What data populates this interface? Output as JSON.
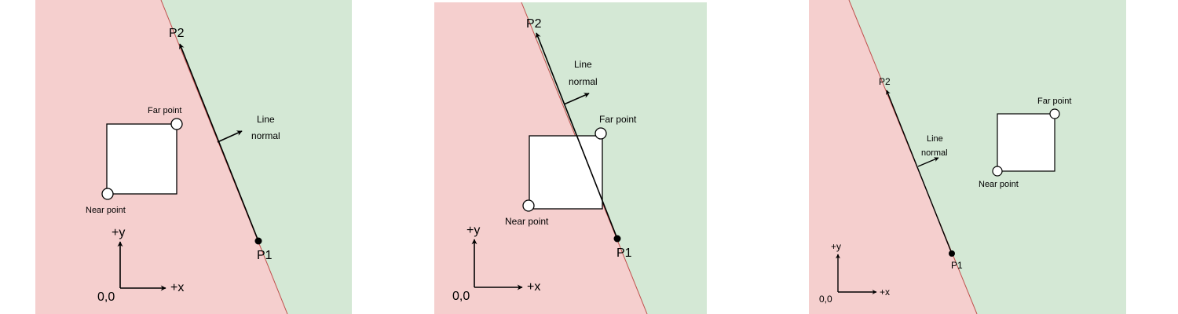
{
  "colors": {
    "red_region": "#f5cfce",
    "green_region": "#d4e8d5",
    "separator": "#c0504d",
    "line": "#000000",
    "box_fill": "#ffffff",
    "box_stroke": "#000000"
  },
  "panels": [
    {
      "p1_label": "P1",
      "p2_label": "P2",
      "normal_label_line1": "Line",
      "normal_label_line2": "normal",
      "far_point_label": "Far point",
      "near_point_label": "Near point",
      "y_axis_label": "+y",
      "x_axis_label": "+x",
      "origin_label": "0,0",
      "box_relation": "outside-red"
    },
    {
      "p1_label": "P1",
      "p2_label": "P2",
      "normal_label_line1": "Line",
      "normal_label_line2": "normal",
      "far_point_label": "Far point",
      "near_point_label": "Near point",
      "y_axis_label": "+y",
      "x_axis_label": "+x",
      "origin_label": "0,0",
      "box_relation": "intersecting"
    },
    {
      "p1_label": "P1",
      "p2_label": "P2",
      "normal_label_line1": "Line",
      "normal_label_line2": "normal",
      "far_point_label": "Far point",
      "near_point_label": "Near point",
      "y_axis_label": "+y",
      "x_axis_label": "+x",
      "origin_label": "0,0",
      "box_relation": "inside-green"
    }
  ]
}
